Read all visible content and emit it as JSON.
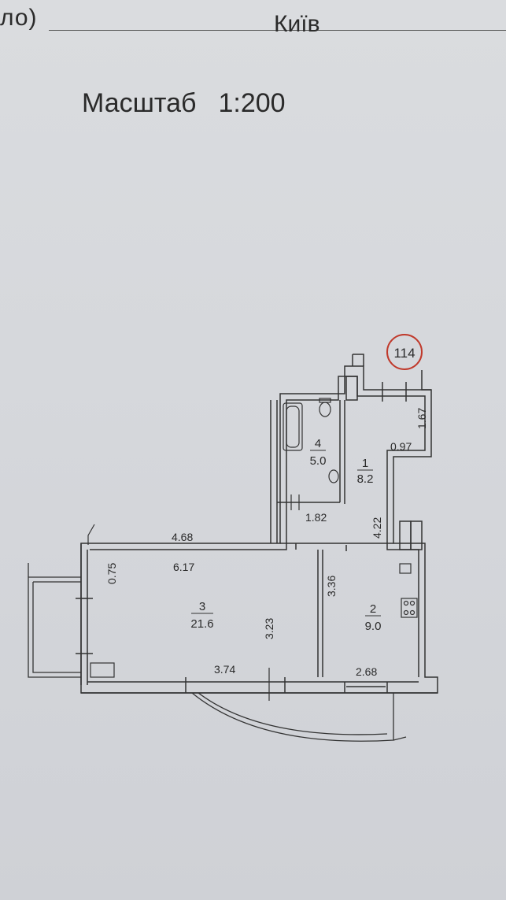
{
  "header": {
    "fragment": "ло)",
    "city": "Київ",
    "scale_label": "Масштаб",
    "scale_value": "1:200"
  },
  "plan": {
    "apartment_number": "114",
    "rooms": [
      {
        "number": "1",
        "area": "8.2"
      },
      {
        "number": "2",
        "area": "9.0"
      },
      {
        "number": "3",
        "area": "21.6"
      },
      {
        "number": "4",
        "area": "5.0"
      }
    ],
    "dimensions": [
      "4.68",
      "6.17",
      "0.75",
      "3.23",
      "3.74",
      "3.36",
      "2.68",
      "1.82",
      "4.22",
      "0.97",
      "1.67"
    ]
  },
  "colors": {
    "ink": "#2a2a2a",
    "stamp": "#c0392b",
    "paper": "#d6d8dc"
  }
}
